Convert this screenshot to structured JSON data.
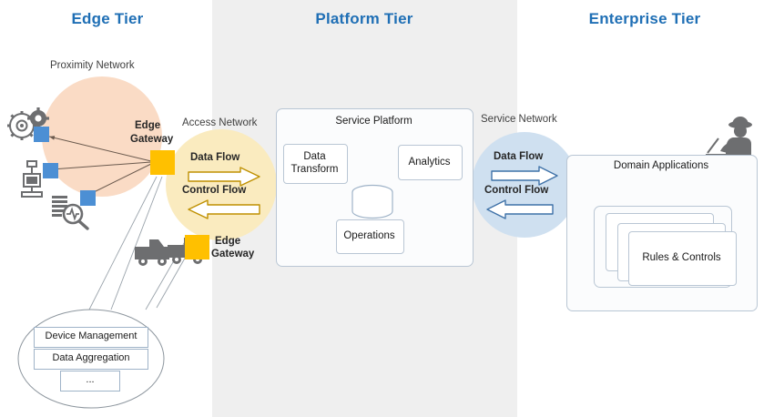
{
  "tiers": [
    {
      "id": "edge",
      "title": "Edge Tier"
    },
    {
      "id": "platform",
      "title": "Platform Tier"
    },
    {
      "id": "enterprise",
      "title": "Enterprise Tier"
    }
  ],
  "networks": [
    {
      "id": "proximity",
      "label": "Proximity Network",
      "color": "#FADBC5"
    },
    {
      "id": "access",
      "label": "Access Network",
      "color": "#FAEBBF"
    },
    {
      "id": "service",
      "label": "Service Network",
      "color": "#CFE0F0"
    }
  ],
  "flows": {
    "access": {
      "data_flow": "Data Flow",
      "control_flow": "Control Flow",
      "arrow_color": "#BF9000"
    },
    "service": {
      "data_flow": "Data Flow",
      "control_flow": "Control Flow",
      "arrow_color": "#3F72A8"
    }
  },
  "edge": {
    "gateway_label_line1": "Edge",
    "gateway_label_line2": "Gateway",
    "gateway2_label_line1": "Edge",
    "gateway2_label_line2": "Gateway",
    "gateway_color": "#FFC000",
    "sensor_color": "#4C8FD4",
    "devices": [
      {
        "name": "gears-machine-icon"
      },
      {
        "name": "press-instrument-icon"
      },
      {
        "name": "document-analysis-icon"
      },
      {
        "name": "truck-fleet-icon"
      }
    ],
    "callout": {
      "items": [
        "Device Management",
        "Data Aggregation",
        "..."
      ]
    }
  },
  "platform": {
    "service_platform_title": "Service Platform",
    "boxes": [
      {
        "id": "data-transform",
        "label": "Data\nTransform",
        "line1": "Data",
        "line2": "Transform"
      },
      {
        "id": "analytics",
        "label": "Analytics",
        "line1": "Analytics",
        "line2": ""
      },
      {
        "id": "operations",
        "label": "Operations",
        "line1": "Operations",
        "line2": ""
      }
    ],
    "database_icon": "database-cylinder-icon"
  },
  "enterprise": {
    "domain_applications_title": "Domain Applications",
    "rules_controls_label": "Rules & Controls",
    "operator_icon": "worker-at-laptop-icon"
  },
  "colors": {
    "tier_title": "#1f6fb5",
    "band": "#efefef",
    "gateway": "#FFC000",
    "sensor": "#4C8FD4",
    "device_gray": "#6D6E70",
    "box_border": "#b9c6d4"
  }
}
